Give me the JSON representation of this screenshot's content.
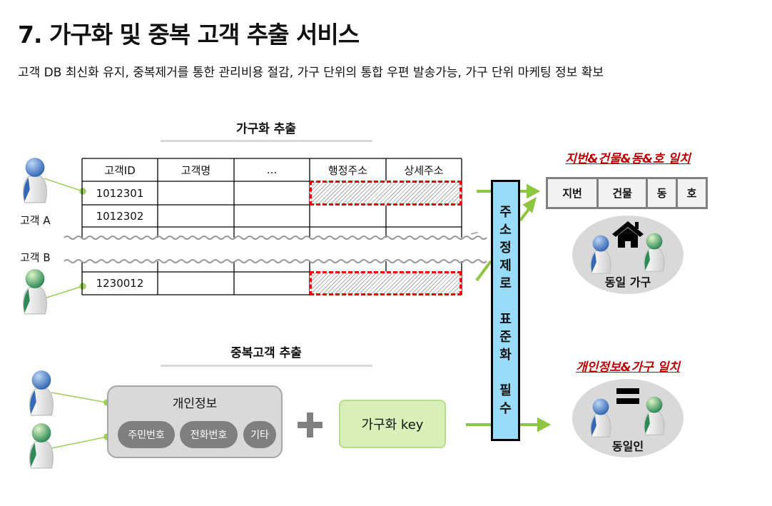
{
  "title": "7. 가구화 및 중복 고객 추출 서비스",
  "subtitle": "고객 DB 최신화 유지, 중복제거를 통한 관리비용 절감, 가구 단위의 통합 우편 발송가능, 가구 단위 마케팅 정보 확보",
  "household_section": {
    "heading": "가구화 추출",
    "customer_a": "고객 A",
    "customer_b": "고객 B",
    "columns": [
      "고객ID",
      "고객명",
      "...",
      "행정주소",
      "상세주소"
    ],
    "rows": [
      "1012301",
      "1012302",
      "1230012"
    ]
  },
  "duplicate_section": {
    "heading": "중복고객 추출",
    "personal_info": "개인정보",
    "pills": [
      "주민번호",
      "전화번호",
      "기타"
    ],
    "plus": "+",
    "household_key": "가구화 key"
  },
  "standardization": [
    "주",
    "소",
    "정",
    "제",
    "로",
    "",
    "표",
    "준",
    "화",
    "",
    "필",
    "수"
  ],
  "result_household": {
    "heading": "지번&건물&동&호 일치",
    "fields": [
      "지번",
      "건물",
      "동",
      "호"
    ],
    "label": "동일 가구"
  },
  "result_person": {
    "heading": "개인정보&가구 일치",
    "label": "동일인"
  },
  "colors": {
    "accent_green": "#8dc63f",
    "blue_box": "#99dcf9",
    "red": "#c00000"
  }
}
